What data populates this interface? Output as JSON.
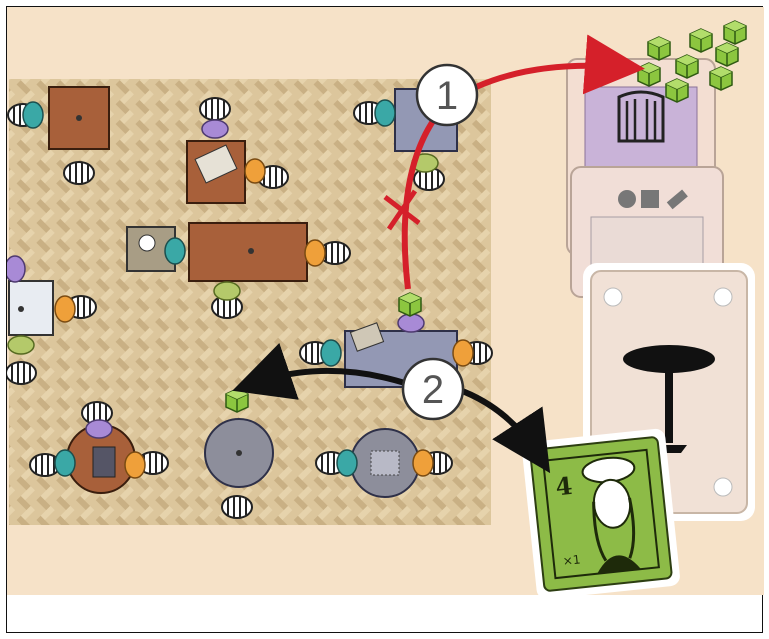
{
  "step_markers": [
    {
      "label": "1"
    },
    {
      "label": "2"
    }
  ],
  "reward_card": {
    "value": "4",
    "multiplier": "×1"
  },
  "colors": {
    "background": "#f6e2c8",
    "arrow_red": "#d5202a",
    "arrow_black": "#111111",
    "cube_green": "#8cc63f",
    "reward_card_green": "#8dbb47",
    "table_wood": "#a8603a",
    "table_gray": "#8d8e9b",
    "floor": "#d9c39a"
  },
  "icons": [
    "chair-icon",
    "customer-icon",
    "cube-icon",
    "table-icon",
    "card-icon",
    "portrait-icon",
    "shapes-icon"
  ]
}
